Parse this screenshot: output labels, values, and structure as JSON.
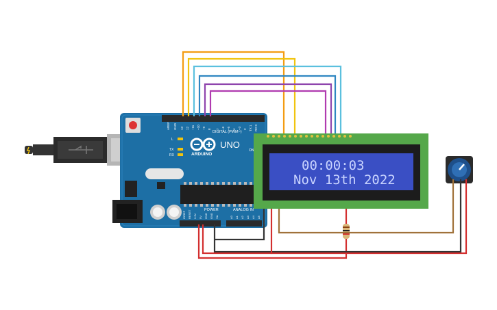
{
  "lcd": {
    "line1": "00:00:03",
    "line2": "Nov 13th 2022"
  },
  "board": {
    "model": "UNO",
    "brand": "ARDUINO",
    "header_digital": "DIGITAL (PWM~)",
    "header_power": "POWER",
    "header_analog": "ANALOG IN",
    "led_l": "L",
    "led_tx": "TX",
    "led_rx": "RX",
    "on_label": "ON",
    "pin_aref": "AREF",
    "pin_gnd": "GND",
    "pins_digital": [
      "13",
      "12",
      "~11",
      "~10",
      "~9",
      "8",
      "7",
      "~6",
      "~5",
      "4",
      "~3",
      "2",
      "TX 1",
      "RX 0"
    ],
    "pins_power": [
      "IOREF",
      "RESET",
      "3.3V",
      "5V",
      "GND",
      "GND",
      "Vin"
    ],
    "pins_analog": [
      "A0",
      "A1",
      "A2",
      "A3",
      "A4",
      "A5"
    ]
  },
  "colors": {
    "board": "#1d6fa5",
    "lcd_pcb": "#55a84a",
    "lcd_screen": "#3a4fc4",
    "lcd_text": "#c9d4ff",
    "wire_orange": "#f39c12",
    "wire_yellow": "#f1c40f",
    "wire_cyan": "#5bc0de",
    "wire_blue": "#2e86c1",
    "wire_purple": "#8e44ad",
    "wire_magenta": "#b03ab0",
    "wire_red": "#d32f2f",
    "wire_black": "#333333",
    "wire_brown": "#a0723a"
  },
  "icons": [
    "usb-cable-icon",
    "infinity-logo-icon",
    "potentiometer-icon",
    "resistor-icon"
  ]
}
